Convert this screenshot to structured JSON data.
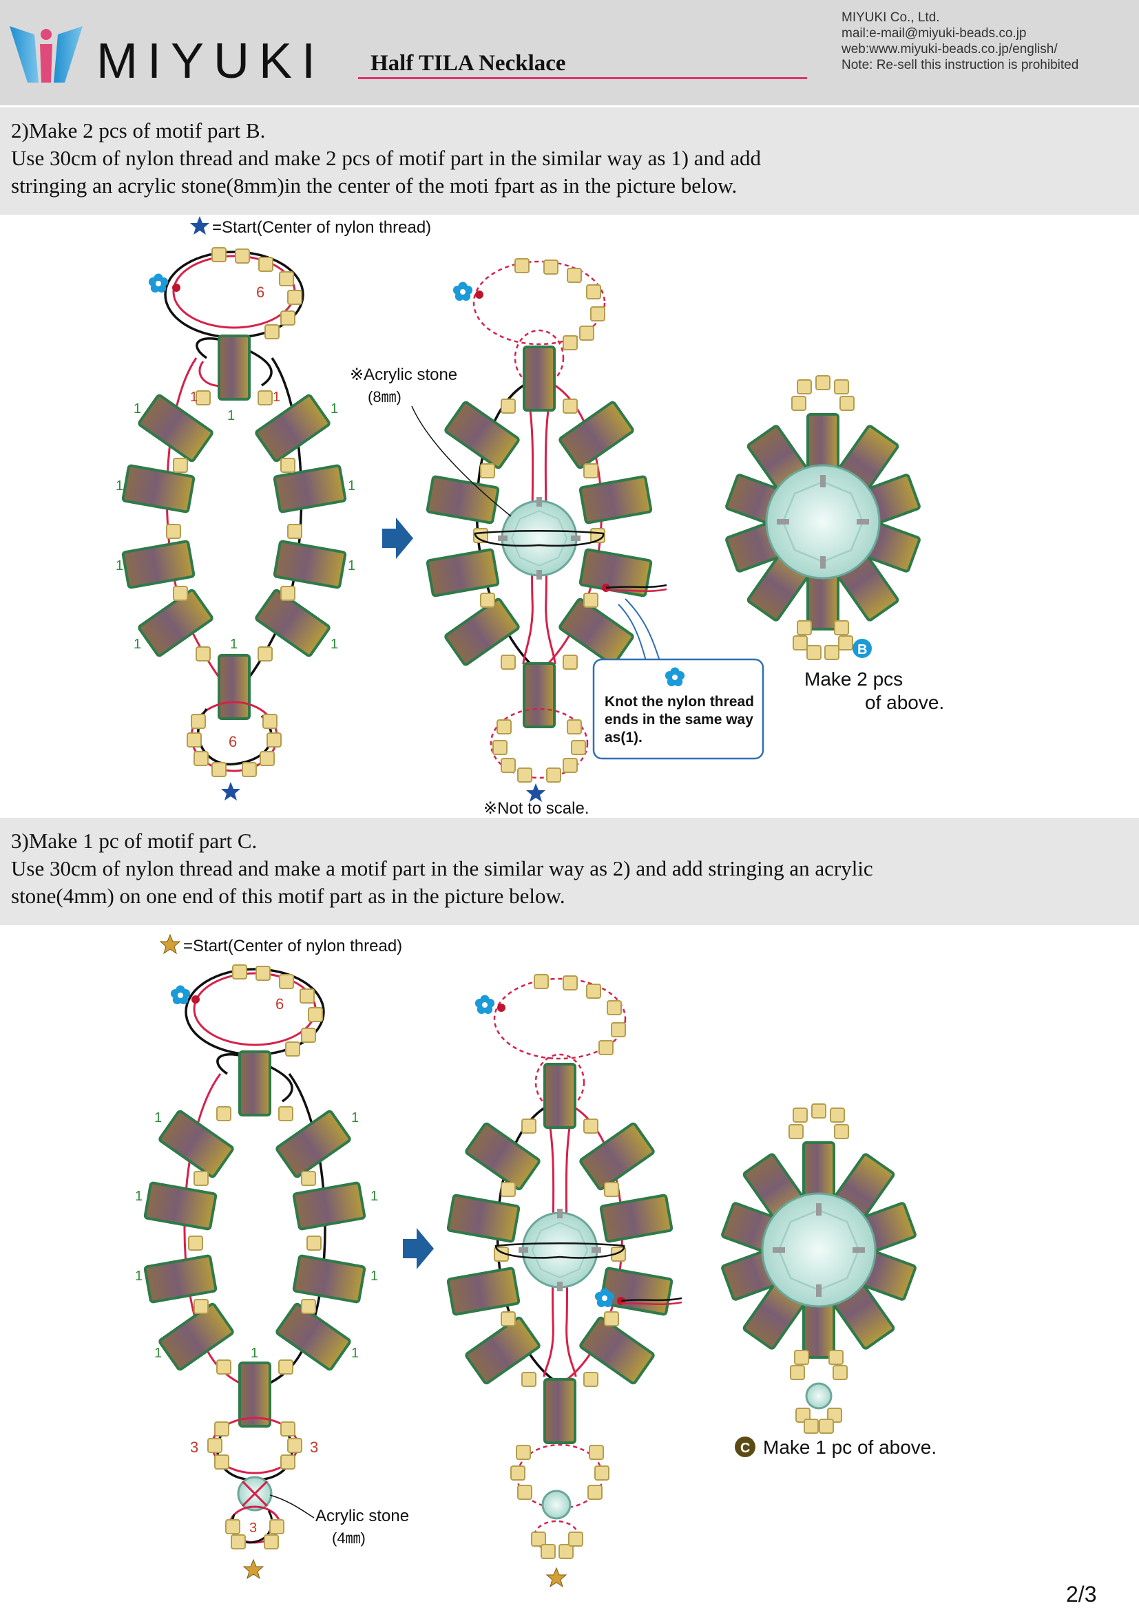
{
  "header": {
    "brand": "MIYUKI",
    "doc_title": "Half TILA Necklace",
    "company_lines": [
      "MIYUKI Co., Ltd.",
      "mail:e-mail@miyuki-beads.co.jp",
      "web:www.miyuki-beads.co.jp/english/",
      "Note: Re-sell this instruction is prohibited"
    ]
  },
  "section_b": {
    "lines": [
      "2)Make 2 pcs of motif part B.",
      "Use 30cm of nylon thread and make 2 pcs of motif part in the similar way as 1) and add",
      "stringing an acrylic stone(8mm)in the center of the moti fpart as in the picture below."
    ],
    "start_label": "=Start(Center of nylon thread)",
    "stone_label_1": "※Acrylic stone",
    "stone_label_2": "(8㎜)",
    "knot_line_1": "Knot the nylon thread",
    "knot_line_2": "ends in the same way",
    "knot_line_3": "as(1).",
    "not_to_scale": "※Not to scale.",
    "badge": "B",
    "result_line_1": "Make 2 pcs",
    "result_line_2": "of above.",
    "count_six": "6",
    "count_one": "1"
  },
  "section_c": {
    "lines": [
      "3)Make 1 pc of motif part C.",
      "Use 30cm of nylon thread and make a motif part in the similar way as 2) and add stringing an acrylic",
      " stone(4mm) on one end of this motif part as in the picture below."
    ],
    "start_label": "=Start(Center of nylon thread)",
    "stone_label_1": "Acrylic stone",
    "stone_label_2": "(4㎜)",
    "badge": "C",
    "result_text": "Make 1 pc of above.",
    "count_six": "6",
    "count_three": "3",
    "count_one": "1"
  },
  "footer": {
    "page": "2/3"
  },
  "colors": {
    "thread_red": "#d6204a",
    "thread_black": "#111111",
    "tila_green": "#2f7a4a",
    "seed_bead": "#e8d48a",
    "stone": "#cde8e2",
    "arrow_blue": "#1f5f9e",
    "badge_blue": "#1a9ad9",
    "badge_brown": "#5c4a14"
  },
  "icons": [
    "blue-star-icon",
    "gold-star-icon",
    "blue-flower-icon",
    "right-arrow-icon"
  ]
}
